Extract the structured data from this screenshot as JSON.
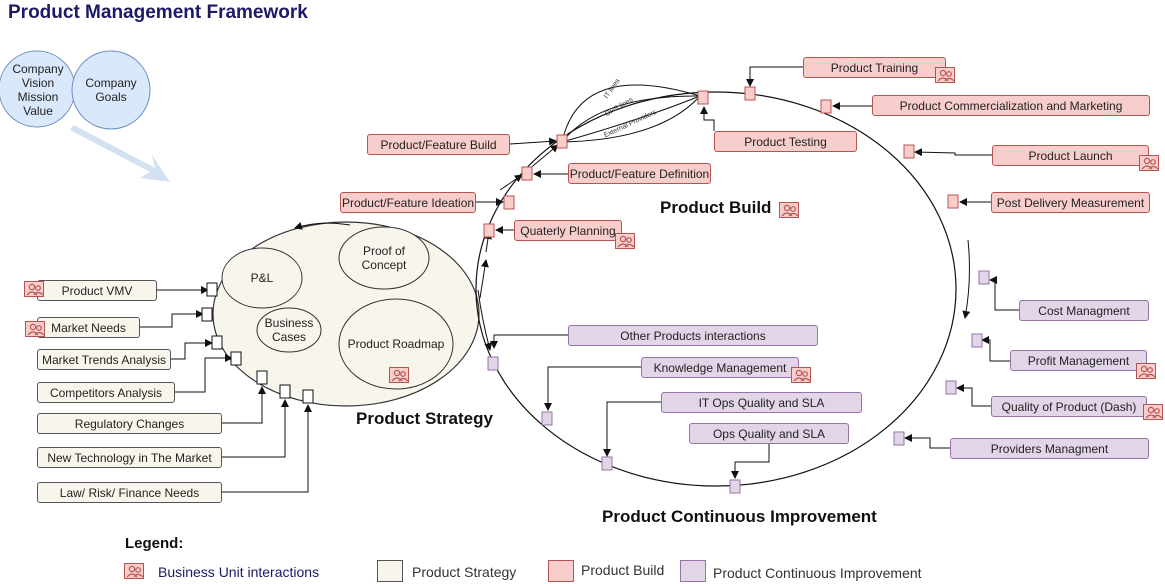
{
  "title": "Product Management Framework",
  "circles": {
    "vision": "Company\nVision\nMission\nValue",
    "goals": "Company\nGoals"
  },
  "strategy_inner": {
    "pl": "P&L",
    "proof": "Proof of\nConcept",
    "business": "Business\nCases",
    "roadmap": "Product Roadmap"
  },
  "strategy_inputs": [
    "Product VMV",
    "Market Needs",
    "Market Trends Analysis",
    "Competitors Analysis",
    "Regulatory Changes",
    "New Technology in The Market",
    "Law/ Risk/ Finance Needs"
  ],
  "build_left": [
    "Product/Feature Build",
    "Product/Feature Definition",
    "Product/Feature Ideation",
    "Quaterly Planning"
  ],
  "build_lines": [
    "IT lines",
    "OPS lines",
    "External Providers"
  ],
  "build_right": {
    "training": "Product Training",
    "commercial": "Product Commercialization and Marketing",
    "testing": "Product Testing",
    "launch": "Product Launch",
    "post": "Post Delivery Measurement"
  },
  "pci": {
    "other": "Other Products  interactions",
    "knowledge": "Knowledge Management",
    "itops": "IT Ops Quality and SLA",
    "ops": "Ops Quality and SLA",
    "cost": "Cost Managment",
    "profit": "Profit Management",
    "quality": "Quality of Product (Dash)",
    "providers": "Providers Managment"
  },
  "sections": {
    "strategy": "Product Strategy",
    "build": "Product Build",
    "pci": "Product Continuous Improvement"
  },
  "legend": {
    "title": "Legend:",
    "bu": "Business Unit interactions",
    "ps": "Product Strategy",
    "pb": "Product Build",
    "pci": "Product Continuous Improvement"
  },
  "colors": {
    "strategy_fill": "#f8f6ec",
    "build_fill": "#f8cecc",
    "build_stroke": "#b85450",
    "pci_fill": "#e1d5e7",
    "pci_stroke": "#9673a6",
    "circle_fill": "#dae8fc",
    "title": "#1a1a66"
  },
  "icons": {
    "business_unit": "people-icon",
    "arrow": "big-arrow"
  }
}
